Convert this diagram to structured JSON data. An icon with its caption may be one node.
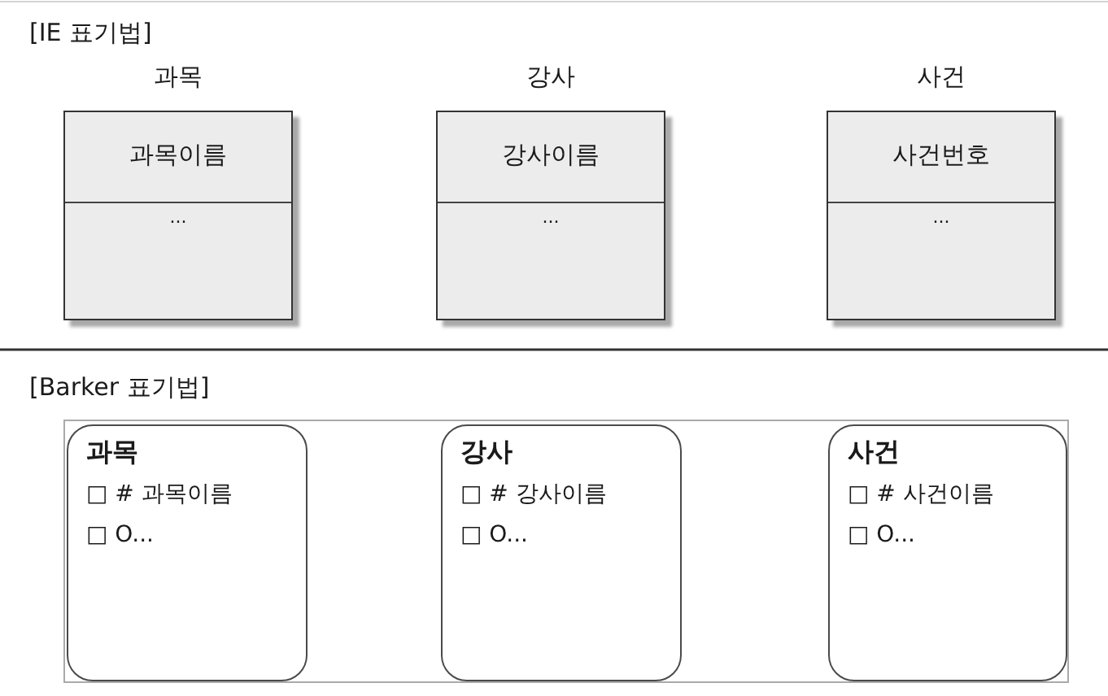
{
  "diagram": {
    "nodes": [
      {
        "text": [
          "과목",
          "과목이름",
          "..."
        ]
      },
      {
        "text": [
          "강사",
          "강사이름",
          "..."
        ]
      },
      {
        "text": [
          "사건",
          "사건번호",
          "..."
        ]
      },
      {
        "text": [],
        "shape": "box"
      },
      {
        "text": [
          "과목",
          "□ # 과목이름",
          "□ O..."
        ],
        "in": 3
      },
      {
        "text": [
          "강사",
          "□ # 강사이름",
          "□ O..."
        ],
        "in": 3
      },
      {
        "text": [
          "사건",
          "□ # 사건이름",
          "□ O..."
        ],
        "in": 3
      }
    ],
    "labels": [
      "[IE 표기법]",
      "[Barker 표기법]"
    ]
  }
}
